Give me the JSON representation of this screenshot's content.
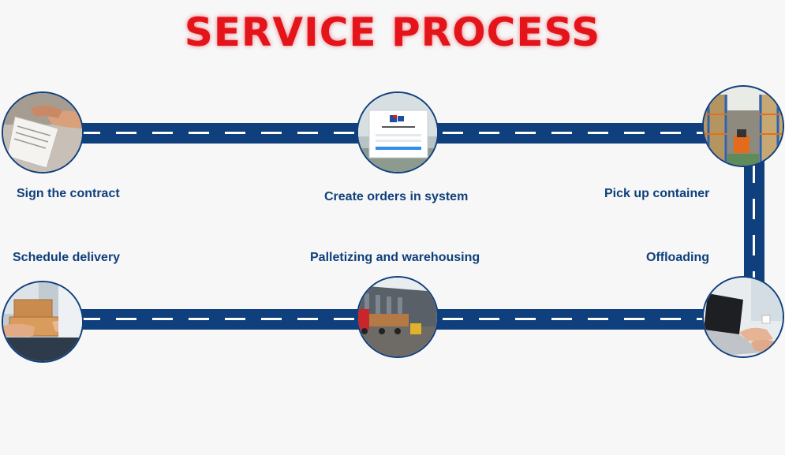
{
  "title": "SERVICE PROCESS",
  "steps": [
    {
      "label": "Sign the contract",
      "icon": "contract-handshake-icon"
    },
    {
      "label": "Create orders in system",
      "icon": "order-system-screen-icon"
    },
    {
      "label": "Pick up container",
      "icon": "warehouse-forklift-icon"
    },
    {
      "label": "Offloading",
      "icon": "laptop-typing-icon"
    },
    {
      "label": "Palletizing and warehousing",
      "icon": "truck-warehouse-icon"
    },
    {
      "label": "Schedule delivery",
      "icon": "parcel-handover-icon"
    }
  ],
  "colors": {
    "title": "#e4141b",
    "road": "#0f3f7c",
    "label": "#0f3f7c",
    "background": "#f7f7f7"
  }
}
